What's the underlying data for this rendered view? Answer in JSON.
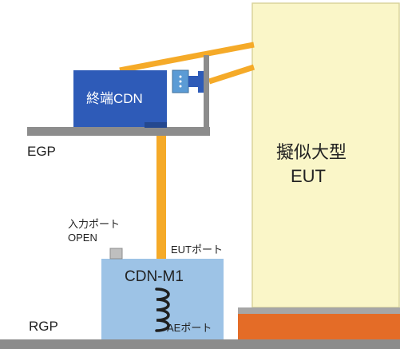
{
  "labels": {
    "eut": [
      "擬似大型",
      "EUT"
    ],
    "terminal_cdn": "終端CDN",
    "egp": "EGP",
    "rgp": "RGP",
    "input_port": [
      "入力ポート",
      "OPEN"
    ],
    "eut_port": "EUTポート",
    "cdn_m1": "CDN-M1",
    "ae_port": "AEポート"
  },
  "colors": {
    "eut_body": "#FAF6C8",
    "eut_border": "#D9D49A",
    "cable": "#F5AA28",
    "terminal_cdn": "#2E5BB8",
    "cdn_m1": "#9DC3E6",
    "ground_plane": "#8C8C8C",
    "eut_base": "#E46C27",
    "connector_blue": "#5B9BD5"
  }
}
